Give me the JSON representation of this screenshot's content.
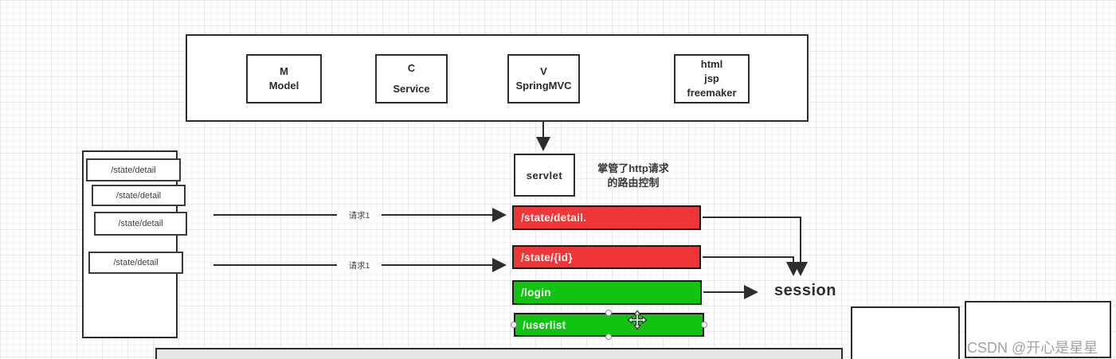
{
  "diagram": {
    "mvc_container": {
      "model": {
        "line1": "M",
        "line2": "Model"
      },
      "service": {
        "line1": "C",
        "line2": "Service"
      },
      "springmvc": {
        "line1": "V",
        "line2": "SpringMVC"
      },
      "view": {
        "line1": "html",
        "line2": "jsp",
        "line3": "freemaker"
      }
    },
    "servlet": {
      "label": "servlet"
    },
    "servlet_note": {
      "line1": "掌管了http请求",
      "line2": "的路由控制"
    },
    "left_stack": {
      "item1": "/state/detail",
      "item2": "/state/detail",
      "item3": "/state/detail",
      "item4": "/state/detail"
    },
    "request_arrows": {
      "arrow1_label": "请求1",
      "arrow2_label": "请求1"
    },
    "routes": {
      "route1": "/state/detail.",
      "route2": "/state/{id}",
      "route3": "/login",
      "route4": "/userlist"
    },
    "session_label": "session",
    "colors": {
      "route_red": "#ee3538",
      "route_green": "#12c312",
      "shape_border": "#2d2d2d",
      "grid_line": "#e3e3e3",
      "watermark_gray": "#a2a2a2"
    }
  },
  "watermark": {
    "text": "CSDN @开心是星星"
  }
}
